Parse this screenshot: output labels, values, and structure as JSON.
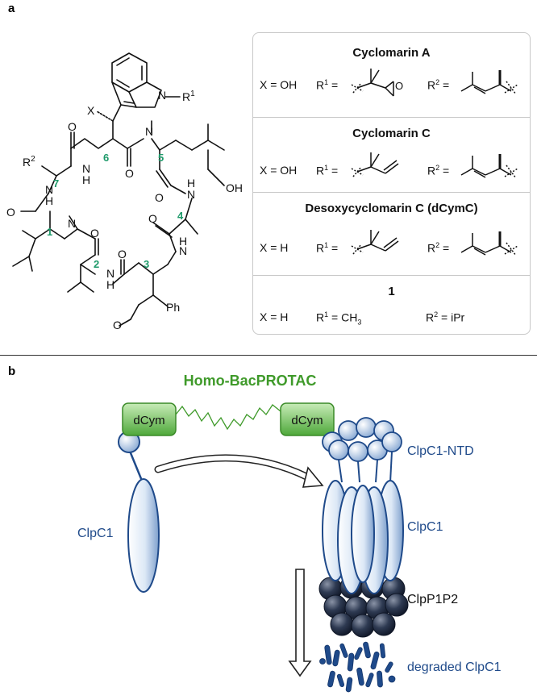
{
  "panel_a": {
    "letter": "a",
    "structure": {
      "X": "X",
      "R1_sub": "1",
      "R2_sub": "2",
      "N": "N",
      "H": "H",
      "O": "O",
      "R": "R",
      "OH": "OH",
      "Ph": "Ph",
      "num1": "1",
      "num2": "2",
      "num3": "3",
      "num4": "4",
      "num5": "5",
      "num6": "6",
      "num7": "7"
    },
    "compounds": [
      {
        "name": "Cyclomarin A",
        "x": "X = OH",
        "r1": "R",
        "r1_sup": "1",
        "r1_eq": " =",
        "r2": "R",
        "r2_sup": "2",
        "r2_eq": " ="
      },
      {
        "name": "Cyclomarin C",
        "x": "X = OH",
        "r1": "R",
        "r1_sup": "1",
        "r1_eq": " =",
        "r2": "R",
        "r2_sup": "2",
        "r2_eq": " ="
      },
      {
        "name": "Desoxycyclomarin C (dCymC)",
        "x": "X = H",
        "r1": "R",
        "r1_sup": "1",
        "r1_eq": " =",
        "r2": "R",
        "r2_sup": "2",
        "r2_eq": " ="
      },
      {
        "name": "1",
        "x": "X = H",
        "r1": "R",
        "r1_sup": "1",
        "r1_eq": " = CH",
        "r1_sub": "3",
        "r2": "R",
        "r2_sup": "2",
        "r2_eq": " = iPr"
      }
    ],
    "epoxide_O": "O"
  },
  "panel_b": {
    "letter": "b",
    "title": "Homo-BacPROTAC",
    "dcym_left": "dCym",
    "dcym_right": "dCym",
    "label_clpc1_left": "ClpC1",
    "label_ntd": "ClpC1-NTD",
    "label_clpc1_right": "ClpC1",
    "label_clpp": "ClpP1P2",
    "label_degraded": "degraded ClpC1",
    "colors": {
      "green": "#3f9a2a",
      "blue": "#1f4a8a",
      "dark": "#1d2a44"
    }
  }
}
